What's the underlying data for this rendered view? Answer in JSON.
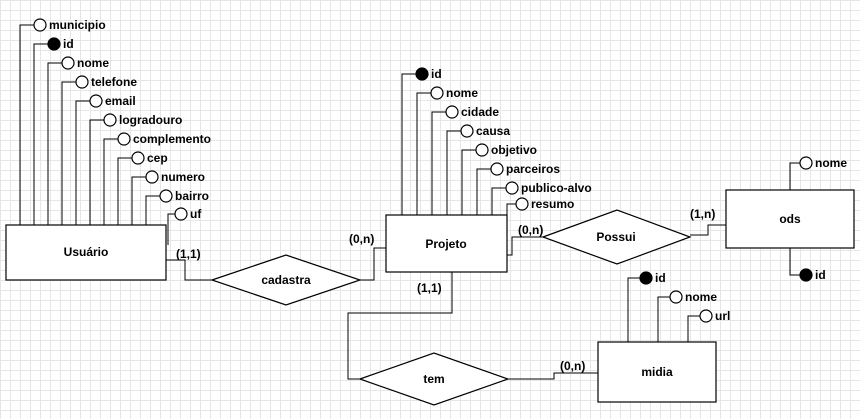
{
  "entities": {
    "usuario": "Usuário",
    "projeto": "Projeto",
    "ods": "ods",
    "midia": "midia"
  },
  "relationships": {
    "cadastra": "cadastra",
    "possui": "Possui",
    "tem": "tem"
  },
  "usuario_attrs": [
    "municipio",
    "id",
    "nome",
    "telefone",
    "email",
    "logradouro",
    "complemento",
    "cep",
    "numero",
    "bairro",
    "uf"
  ],
  "projeto_attrs": [
    "id",
    "nome",
    "cidade",
    "causa",
    "objetivo",
    "parceiros",
    "publico-alvo",
    "resumo"
  ],
  "ods_attrs": [
    "nome",
    "id"
  ],
  "midia_attrs": [
    "id",
    "nome",
    "url"
  ],
  "cardinalities": {
    "usuario_cadastra": "(1,1)",
    "cadastra_projeto": "(0,n)",
    "projeto_possui": "(0,n)",
    "possui_ods": "(1,n)",
    "projeto_tem": "(1,1)",
    "tem_midia": "(0,n)"
  }
}
